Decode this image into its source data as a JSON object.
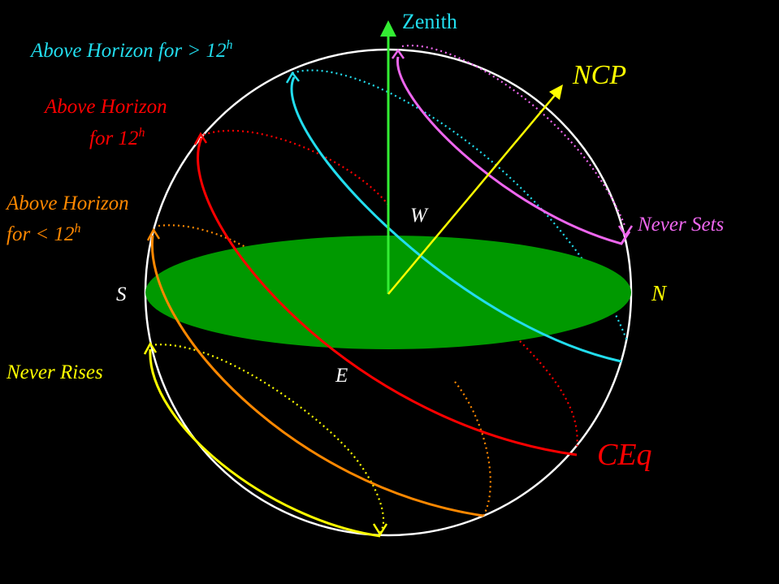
{
  "colors": {
    "background": "#000000",
    "sphere": "#ffffff",
    "horizon": "#009900",
    "zenith": "#33ee33",
    "ncp": "#ffff00",
    "never_sets": "#ee66ee",
    "above_gt12": "#22ddee",
    "above_12": "#ff0000",
    "above_lt12": "#ff8800",
    "never_rises": "#ffff00",
    "direction_labels": "#ffffff"
  },
  "labels": {
    "zenith": "Zenith",
    "ncp": "NCP",
    "above_gt12_text": "Above Horizon for > 12",
    "above_gt12_sup": "h",
    "above_12_line1": "Above Horizon",
    "above_12_line2": "for 12",
    "above_12_sup": "h",
    "above_lt12_line1": "Above Horizon",
    "above_lt12_line2": "for < 12",
    "above_lt12_sup": "h",
    "never_sets": "Never Sets",
    "never_rises": "Never Rises",
    "ceq": "CEq",
    "south": "S",
    "north": "N",
    "west": "W",
    "east": "E"
  }
}
